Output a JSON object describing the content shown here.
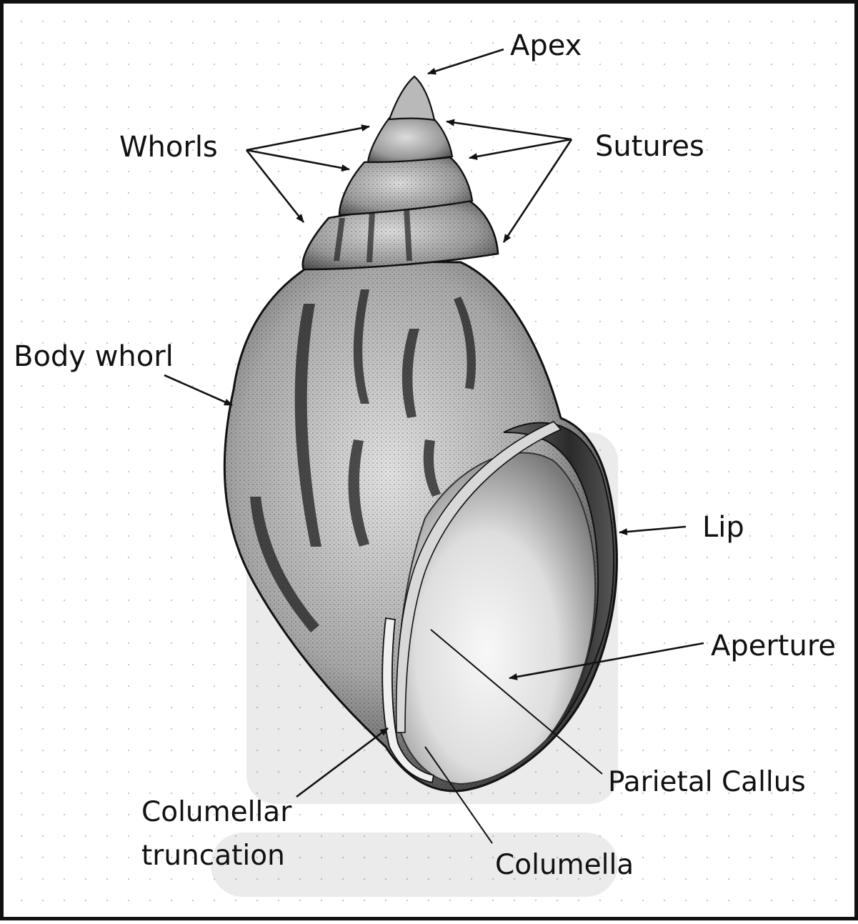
{
  "labels": {
    "apex": "Apex",
    "whorls": "Whorls",
    "sutures": "Sutures",
    "body_whorl": "Body whorl",
    "lip": "Lip",
    "aperture": "Aperture",
    "parietal_callus": "Parietal Callus",
    "columellar_truncation_line1": "Columellar",
    "columellar_truncation_line2": "truncation",
    "columella": "Columella"
  },
  "colors": {
    "ink": "#111111",
    "shell_light": "#e6e6e6",
    "shell_mid": "#9a9a9a",
    "shell_dark": "#2e2e2e",
    "background": "#ffffff",
    "grid_dots": "#c9c9c9"
  }
}
